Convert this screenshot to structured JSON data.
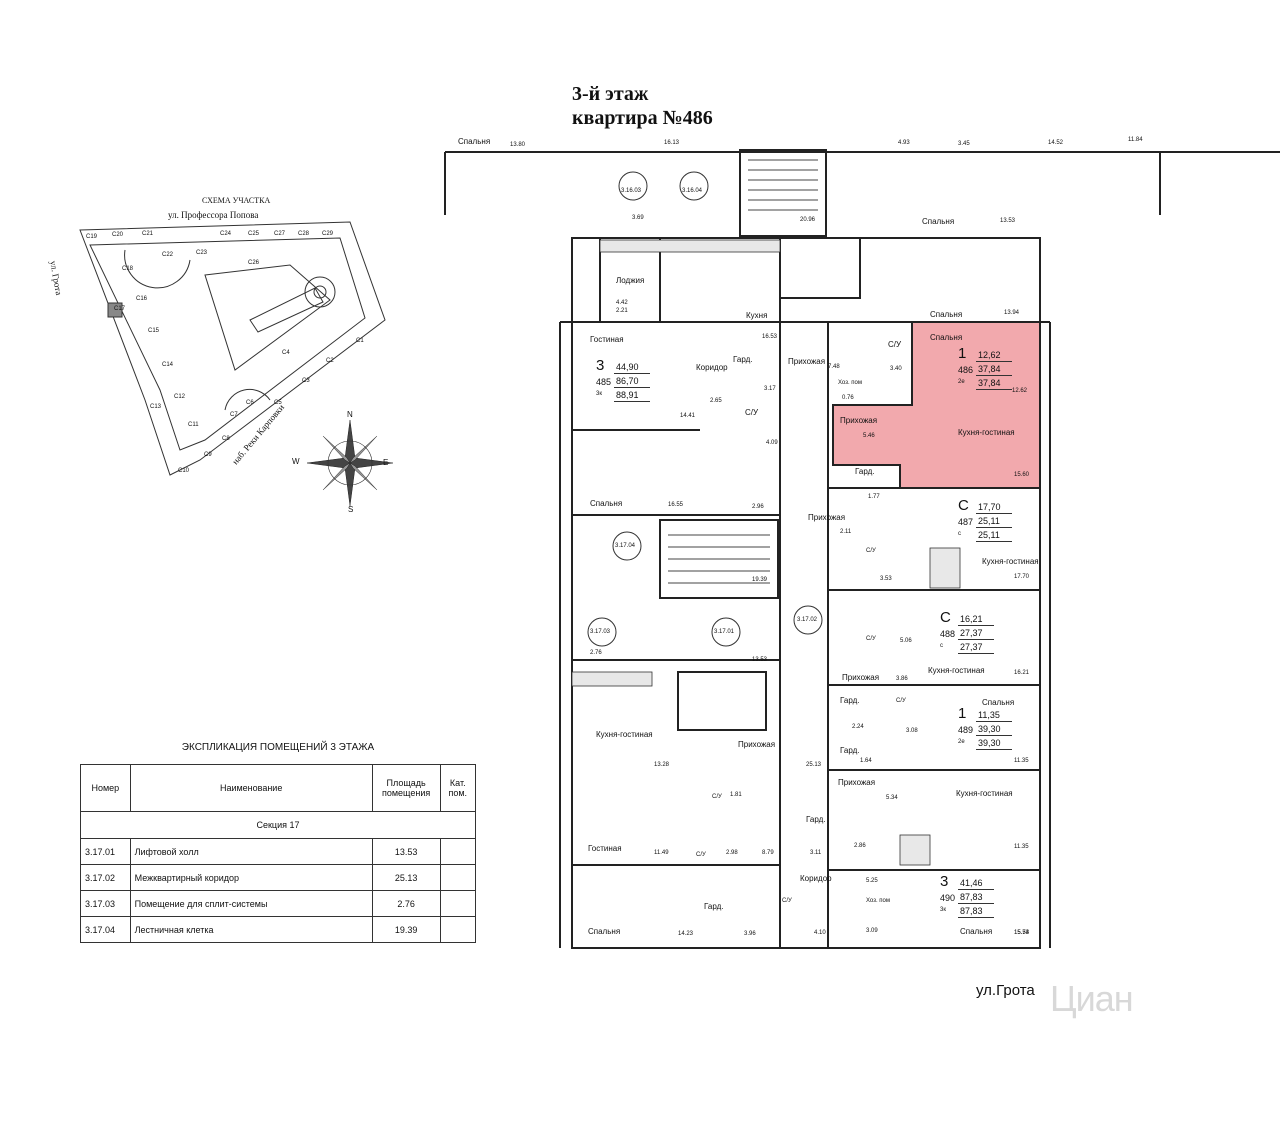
{
  "header": {
    "floor": "3-й этаж",
    "apartment": "квартира №486"
  },
  "site_plan": {
    "title": "СХЕМА УЧАСТКА",
    "street_top": "ул. Профессора Попова",
    "street_left": "ул. Грота",
    "street_bottom": "наб. Реки Карповки",
    "sections": [
      "С1",
      "С2",
      "С3",
      "С4",
      "С5",
      "С6",
      "С7",
      "С8",
      "С9",
      "С10",
      "С11",
      "С12",
      "С13",
      "С14",
      "С15",
      "С16",
      "С17",
      "С18",
      "С19",
      "С20",
      "С21",
      "С22",
      "С23",
      "С24",
      "С25",
      "С26",
      "С27",
      "С28",
      "С29"
    ],
    "compass": {
      "n": "N",
      "e": "E",
      "s": "S",
      "w": "W"
    }
  },
  "explication": {
    "caption": "ЭКСПЛИКАЦИЯ ПОМЕЩЕНИЙ 3 ЭТАЖА",
    "headers": [
      "Номер",
      "Наименование",
      "Площадь помещения",
      "Кат. пом."
    ],
    "section": "Секция 17",
    "rows": [
      {
        "num": "3.17.01",
        "name": "Лифтовой холл",
        "area": "13.53",
        "cat": ""
      },
      {
        "num": "3.17.02",
        "name": "Межквартирный коридор",
        "area": "25.13",
        "cat": ""
      },
      {
        "num": "3.17.03",
        "name": "Помещение для сплит-системы",
        "area": "2.76",
        "cat": ""
      },
      {
        "num": "3.17.04",
        "name": "Лестничная клетка",
        "area": "19.39",
        "cat": ""
      }
    ]
  },
  "apartments": [
    {
      "rooms": "3",
      "number": "485",
      "type": "3к",
      "values": [
        "44,90",
        "86,70",
        "88,91"
      ]
    },
    {
      "rooms": "1",
      "number": "486",
      "type": "2е",
      "values": [
        "12,62",
        "37,84",
        "37,84"
      ]
    },
    {
      "rooms": "С",
      "number": "487",
      "type": "с",
      "values": [
        "17,70",
        "25,11",
        "25,11"
      ]
    },
    {
      "rooms": "С",
      "number": "488",
      "type": "с",
      "values": [
        "16,21",
        "27,37",
        "27,37"
      ]
    },
    {
      "rooms": "1",
      "number": "489",
      "type": "2е",
      "values": [
        "11,35",
        "39,30",
        "39,30"
      ]
    },
    {
      "rooms": "3",
      "number": "490",
      "type": "3к",
      "values": [
        "41,46",
        "87,83",
        "87,83"
      ]
    }
  ],
  "plan_labels": {
    "top_strip": [
      "Спальня",
      "13.80",
      "16.13",
      "4.93",
      "3.45",
      "14.52",
      "11.84",
      "3.16.03",
      "3.16.04",
      "3.69",
      "20.96",
      "Спальня",
      "13.53"
    ],
    "rooms": [
      "Лоджия",
      "4.42",
      "2.21",
      "Кухня",
      "16.53",
      "Спальня",
      "13.94",
      "Гостиная",
      "Коридор",
      "14.41",
      "2.65",
      "Гард.",
      "3.17",
      "Прихожая",
      "7.48",
      "С/У",
      "3.40",
      "Спальня",
      "12.62",
      "Хоз. пом",
      "0.76",
      "С/У",
      "4.09",
      "Прихожая",
      "5.46",
      "Кухня-гостиная",
      "15.60",
      "Гард.",
      "1.77",
      "2.96",
      "Спальня",
      "16.55",
      "Прихожая",
      "2.11",
      "С/У",
      "3.53",
      "Кухня-гостиная",
      "17.70",
      "3.17.04",
      "19.39",
      "С/У",
      "5.06",
      "Кухня-гостиная",
      "16.21",
      "3.17.03",
      "2.76",
      "3.17.01",
      "13.53",
      "3.17.02",
      "Прихожая",
      "3.86",
      "Гард.",
      "2.24",
      "С/У",
      "3.08",
      "Спальня",
      "11.35",
      "Гард.",
      "1.64",
      "Кухня-гостиная",
      "13.28",
      "Прихожая",
      "25.13",
      "Прихожая",
      "5.34",
      "Кухня-гостиная",
      "11.35",
      "С/У",
      "1.81",
      "Гард.",
      "Гостиная",
      "11.49",
      "С/У",
      "2.98",
      "8.79",
      "3.11",
      "2.86",
      "15.53",
      "Коридор",
      "5.25",
      "С/У",
      "Хоз. пом",
      "4.10",
      "3.09",
      "Гард.",
      "Спальня",
      "14.23",
      "3.96",
      "Спальня",
      "15.74"
    ]
  },
  "street_label": "ул.Грота",
  "watermark": "Циан",
  "colors": {
    "highlight": "#f2a9ad",
    "wall": "#2a2a2a",
    "hatch": "#8a8a8a"
  }
}
